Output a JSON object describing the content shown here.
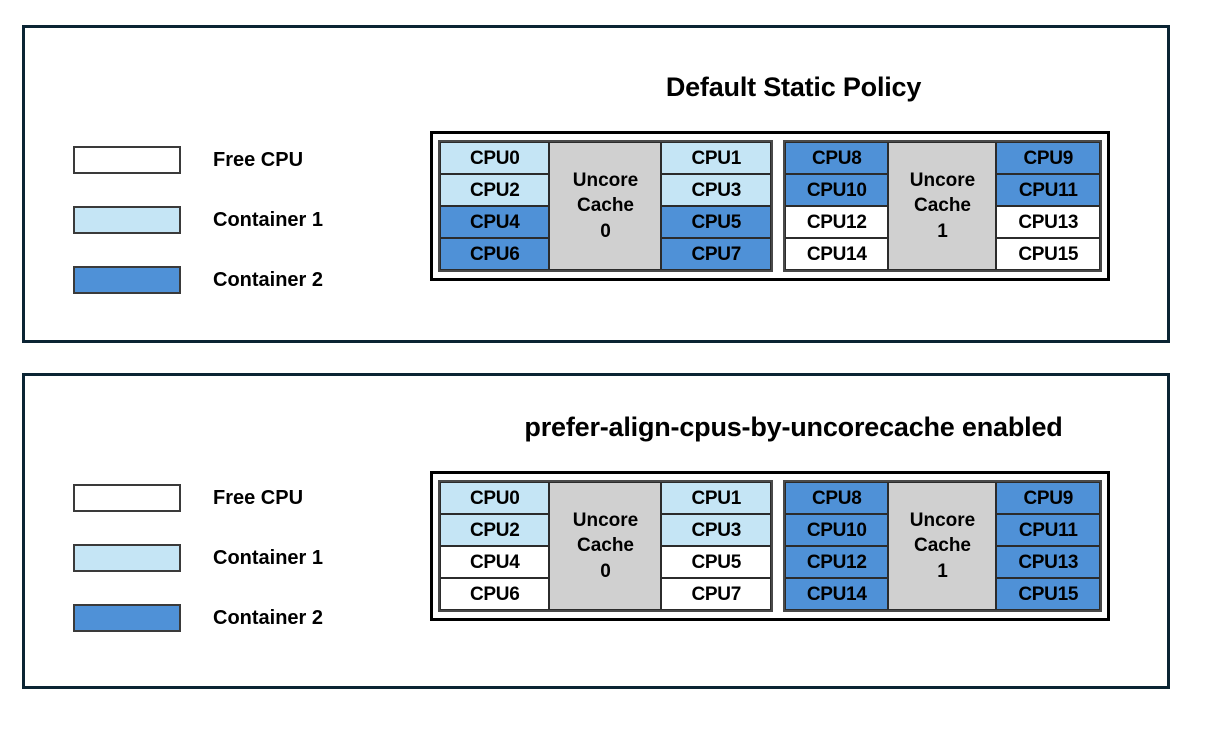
{
  "colors": {
    "free_cpu": "#ffffff",
    "container_1": "#c5e5f5",
    "container_2": "#4f91d7",
    "uncore_cache": "#d0d0d0",
    "panel_border": "#0b2433",
    "diagram_border": "#000000"
  },
  "legend": {
    "items": [
      {
        "label": "Free CPU",
        "fill": "free"
      },
      {
        "label": "Container 1",
        "fill": "c1"
      },
      {
        "label": "Container 2",
        "fill": "c2"
      }
    ]
  },
  "panels": [
    {
      "id": "default-static-policy",
      "title": "Default Static Policy",
      "diagram": {
        "clusters": [
          {
            "cache_label_line1": "Uncore",
            "cache_label_line2": "Cache",
            "cache_index": "0",
            "left_column": [
              {
                "label": "CPU0",
                "fill": "c1"
              },
              {
                "label": "CPU2",
                "fill": "c1"
              },
              {
                "label": "CPU4",
                "fill": "c2"
              },
              {
                "label": "CPU6",
                "fill": "c2"
              }
            ],
            "right_column": [
              {
                "label": "CPU1",
                "fill": "c1"
              },
              {
                "label": "CPU3",
                "fill": "c1"
              },
              {
                "label": "CPU5",
                "fill": "c2"
              },
              {
                "label": "CPU7",
                "fill": "c2"
              }
            ]
          },
          {
            "cache_label_line1": "Uncore",
            "cache_label_line2": "Cache",
            "cache_index": "1",
            "left_column": [
              {
                "label": "CPU8",
                "fill": "c2"
              },
              {
                "label": "CPU10",
                "fill": "c2"
              },
              {
                "label": "CPU12",
                "fill": "free"
              },
              {
                "label": "CPU14",
                "fill": "free"
              }
            ],
            "right_column": [
              {
                "label": "CPU9",
                "fill": "c2"
              },
              {
                "label": "CPU11",
                "fill": "c2"
              },
              {
                "label": "CPU13",
                "fill": "free"
              },
              {
                "label": "CPU15",
                "fill": "free"
              }
            ]
          }
        ]
      }
    },
    {
      "id": "prefer-align-cpus-by-uncorecache-enabled",
      "title": "prefer-align-cpus-by-uncorecache enabled",
      "diagram": {
        "clusters": [
          {
            "cache_label_line1": "Uncore",
            "cache_label_line2": "Cache",
            "cache_index": "0",
            "left_column": [
              {
                "label": "CPU0",
                "fill": "c1"
              },
              {
                "label": "CPU2",
                "fill": "c1"
              },
              {
                "label": "CPU4",
                "fill": "free"
              },
              {
                "label": "CPU6",
                "fill": "free"
              }
            ],
            "right_column": [
              {
                "label": "CPU1",
                "fill": "c1"
              },
              {
                "label": "CPU3",
                "fill": "c1"
              },
              {
                "label": "CPU5",
                "fill": "free"
              },
              {
                "label": "CPU7",
                "fill": "free"
              }
            ]
          },
          {
            "cache_label_line1": "Uncore",
            "cache_label_line2": "Cache",
            "cache_index": "1",
            "left_column": [
              {
                "label": "CPU8",
                "fill": "c2"
              },
              {
                "label": "CPU10",
                "fill": "c2"
              },
              {
                "label": "CPU12",
                "fill": "c2"
              },
              {
                "label": "CPU14",
                "fill": "c2"
              }
            ],
            "right_column": [
              {
                "label": "CPU9",
                "fill": "c2"
              },
              {
                "label": "CPU11",
                "fill": "c2"
              },
              {
                "label": "CPU13",
                "fill": "c2"
              },
              {
                "label": "CPU15",
                "fill": "c2"
              }
            ]
          }
        ]
      }
    }
  ]
}
